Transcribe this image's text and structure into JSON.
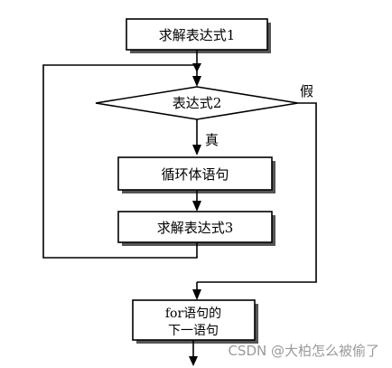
{
  "diagram": {
    "nodes": {
      "solve_expr1": "求解表达式1",
      "condition_expr2": "表达式2",
      "loop_body": "循环体语句",
      "solve_expr3": "求解表达式3",
      "next_statement_line1": "for语句的",
      "next_statement_line2": "下一语句"
    },
    "edges": {
      "true_label": "真",
      "false_label": "假"
    }
  },
  "watermark": "CSDN @大柏怎么被偷了"
}
